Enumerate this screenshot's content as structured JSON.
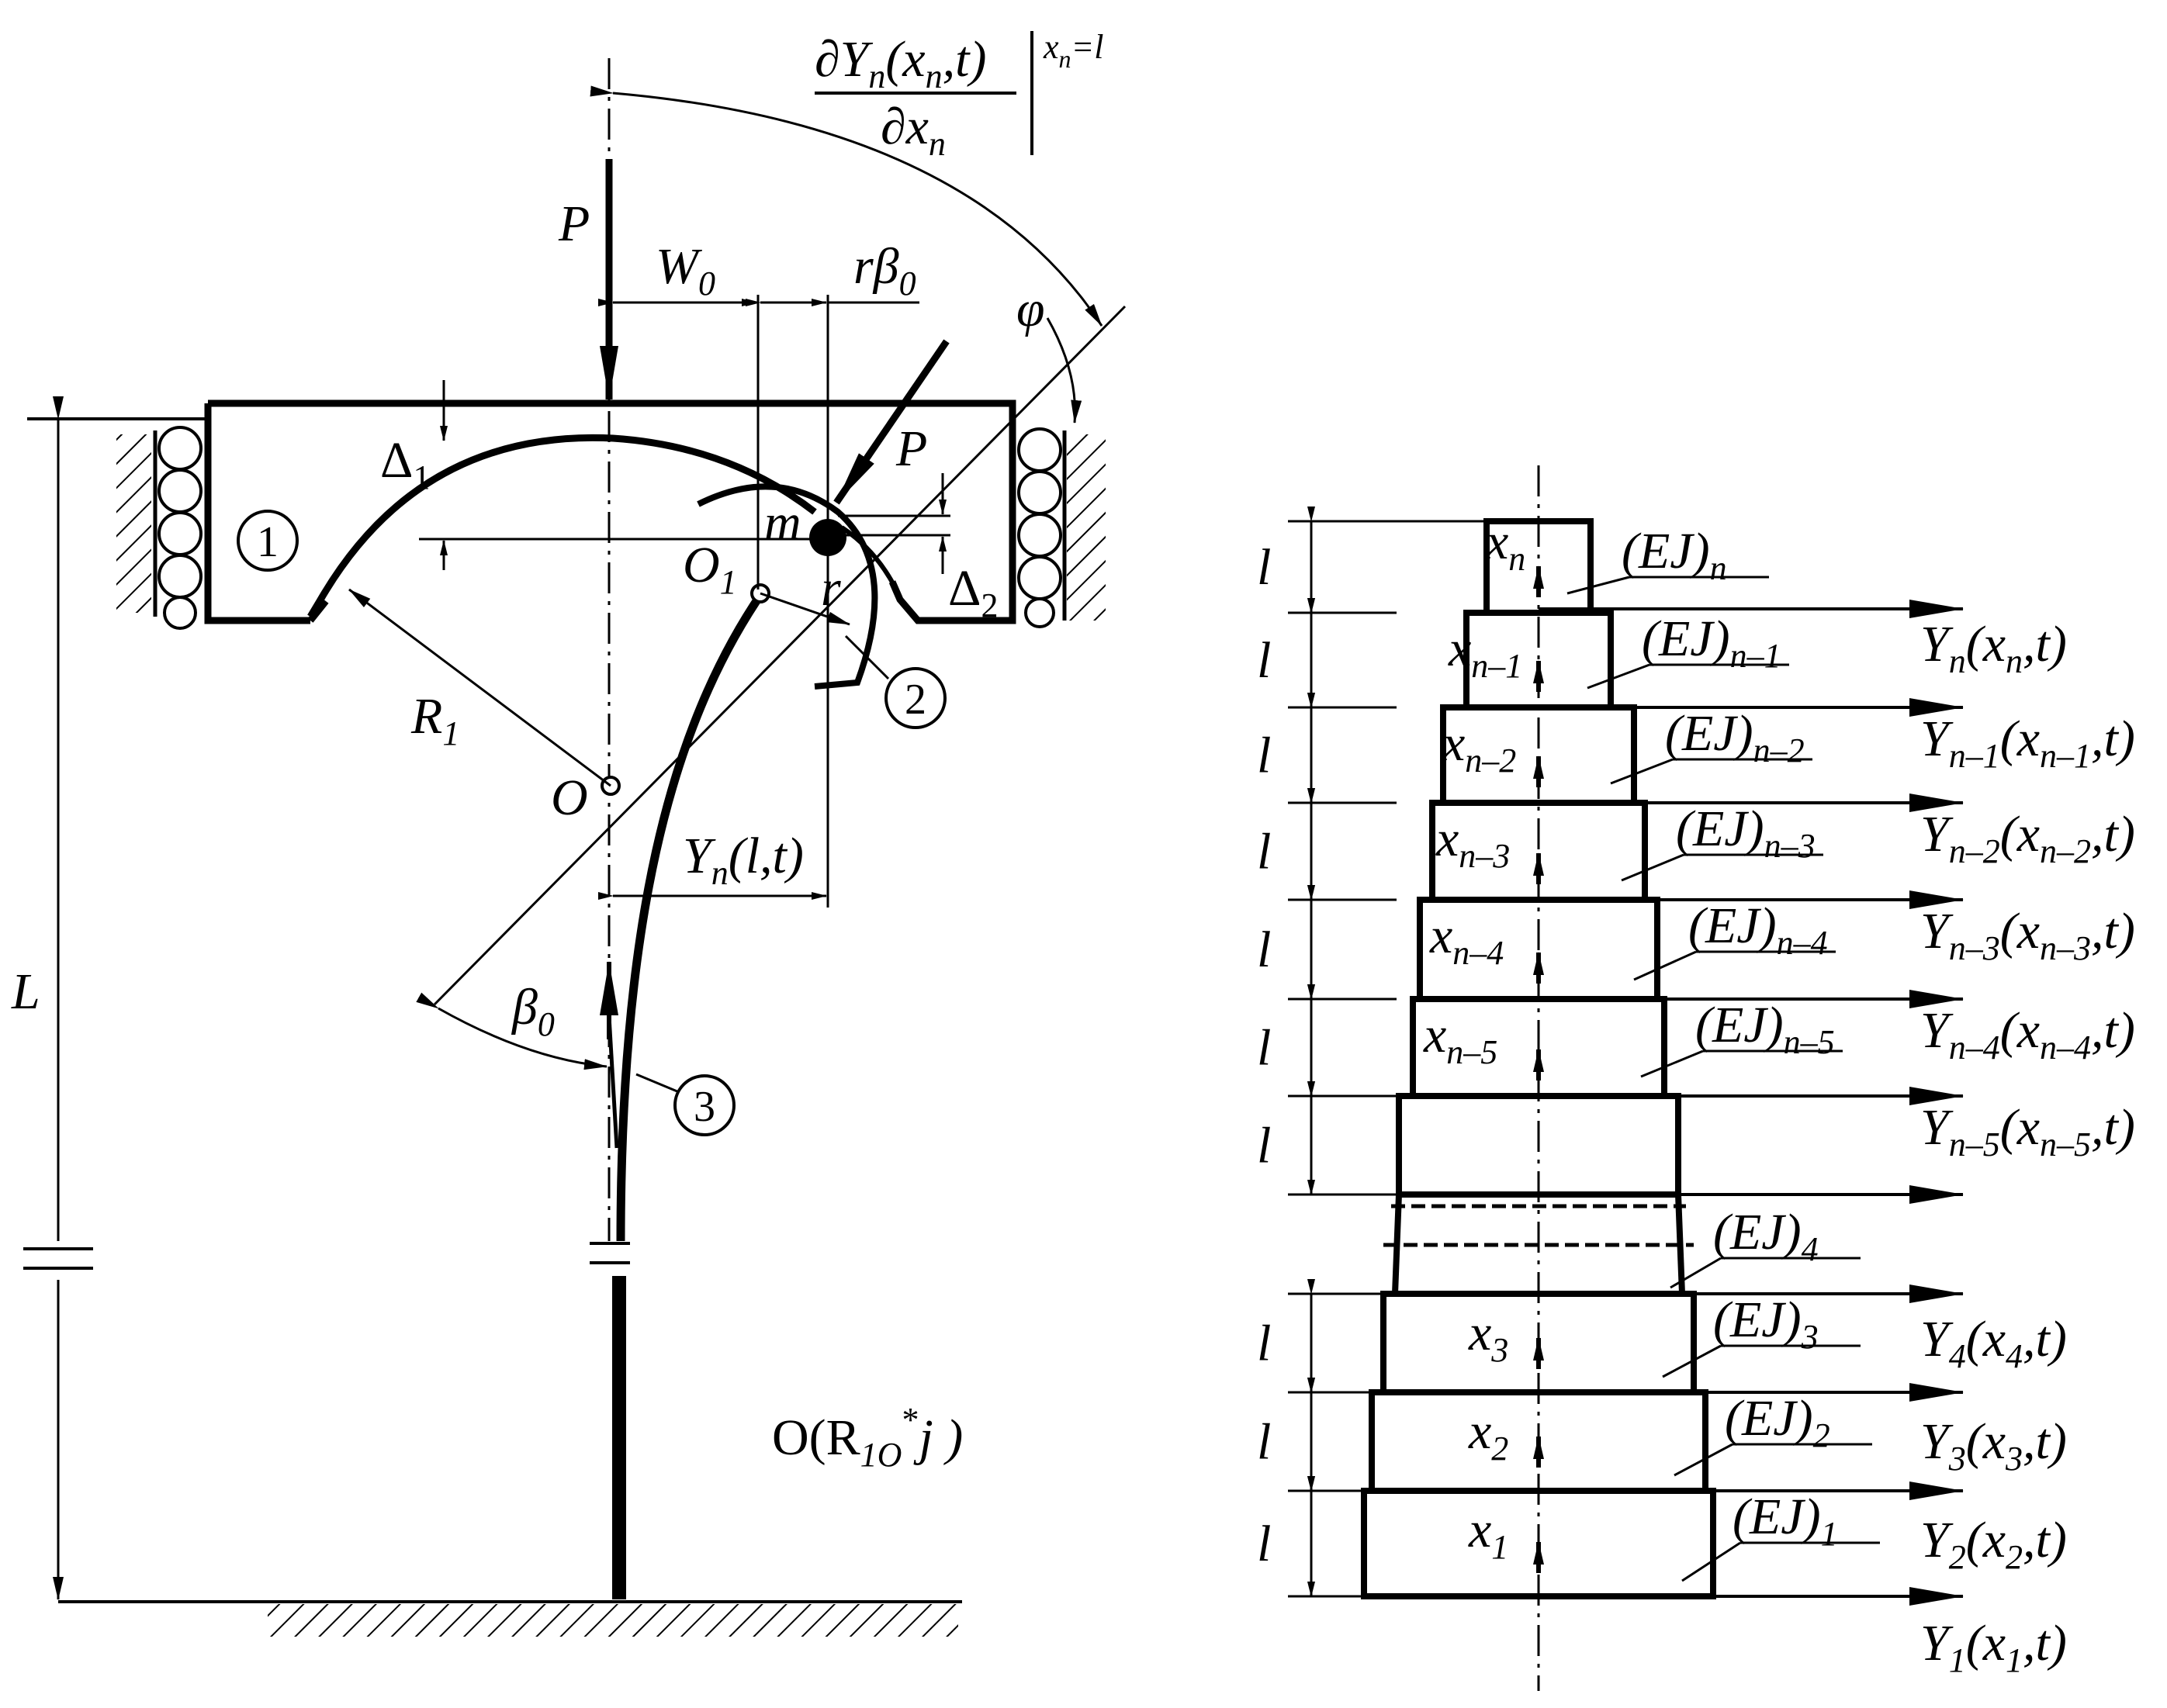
{
  "left": {
    "load_top": "P",
    "load_inclined": "P",
    "deriv_num": "∂Y",
    "deriv_num_sub": "n",
    "deriv_num_args": "(x",
    "deriv_num_args_sub": "n",
    "deriv_num_args_end": ",t)",
    "deriv_den": "∂x",
    "deriv_den_sub": "n",
    "deriv_eval": "x",
    "deriv_eval_sub": "n",
    "deriv_eval_end": "=l",
    "phi": "φ",
    "W0": "W",
    "W0_sub": "0",
    "rbeta0": "rβ",
    "rbeta0_sub": "0",
    "delta1": "Δ",
    "delta1_sub": "1",
    "delta2": "Δ",
    "delta2_sub": "2",
    "mass": "m",
    "O1": "O",
    "O1_sub": "1",
    "r": "r",
    "O": "O",
    "R1": "R",
    "R1_sub": "1",
    "Ynlt": "Y",
    "Ynlt_sub": "n",
    "Ynlt_args": "(l,t)",
    "beta0": "β",
    "beta0_sub": "0",
    "L": "L",
    "circle1": "1",
    "circle2": "2",
    "circle3": "3",
    "bottom_note": "O(R",
    "bottom_note_sub": "1O",
    "bottom_note_sup": "*",
    "bottom_note_end": "j )"
  },
  "right": {
    "segment_length": "l",
    "segments": [
      {
        "x_main": "x",
        "x_sub": "n",
        "ej_sub": "n",
        "y_sub": "n",
        "y_arg_sub": "n"
      },
      {
        "x_main": "x",
        "x_sub": "n–1",
        "ej_sub": "n–1",
        "y_sub": "n–1",
        "y_arg_sub": "n–1"
      },
      {
        "x_main": "x",
        "x_sub": "n–2",
        "ej_sub": "n–2",
        "y_sub": "n–2",
        "y_arg_sub": "n–2"
      },
      {
        "x_main": "x",
        "x_sub": "n–3",
        "ej_sub": "n–3",
        "y_sub": "n–3",
        "y_arg_sub": "n–3"
      },
      {
        "x_main": "x",
        "x_sub": "n–4",
        "ej_sub": "n–4",
        "y_sub": "n–4",
        "y_arg_sub": "n–4"
      },
      {
        "x_main": "x",
        "x_sub": "n–5",
        "ej_sub": "n–5",
        "y_sub": "n–5",
        "y_arg_sub": "n–5"
      }
    ],
    "ej_main": "(EJ)",
    "ej4_sub": "4",
    "lower": [
      {
        "x_sub": "3",
        "ej_sub": "3",
        "y_sub": "4",
        "y_arg_sub": "4"
      },
      {
        "x_sub": "2",
        "ej_sub": "2",
        "y_sub": "3",
        "y_arg_sub": "3"
      },
      {
        "x_sub": "1",
        "ej_sub": "1",
        "y_sub": "2",
        "y_arg_sub": "2"
      }
    ],
    "y_last_sub": "1",
    "y_last_arg_sub": "1",
    "y_main": "Y",
    "y_open": "(x",
    "y_close": ",t)"
  }
}
